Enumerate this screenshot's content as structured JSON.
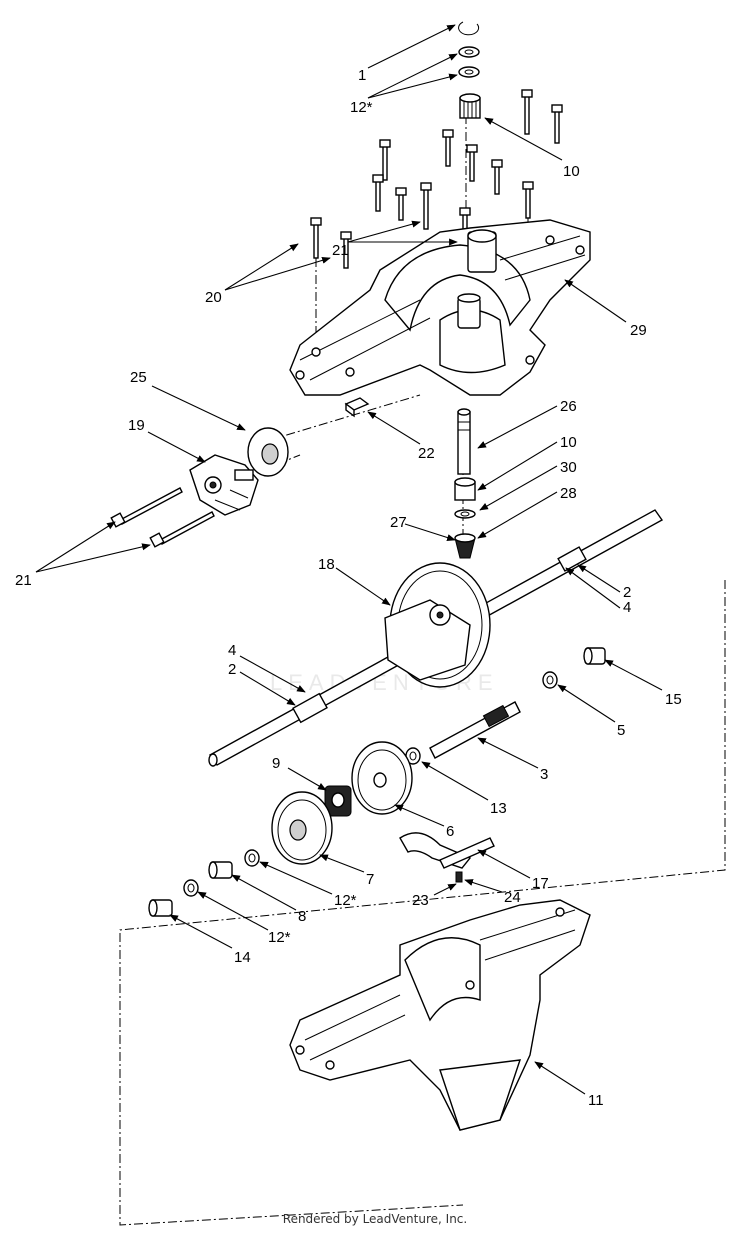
{
  "footer": "Rendered by LeadVenture, Inc.",
  "watermark": "LEADVENTURE",
  "callouts": [
    {
      "id": "c1",
      "text": "1"
    },
    {
      "id": "c12a",
      "text": "12*"
    },
    {
      "id": "c10a",
      "text": "10"
    },
    {
      "id": "c21a",
      "text": "21"
    },
    {
      "id": "c20",
      "text": "20"
    },
    {
      "id": "c29",
      "text": "29"
    },
    {
      "id": "c25",
      "text": "25"
    },
    {
      "id": "c19",
      "text": "19"
    },
    {
      "id": "c22",
      "text": "22"
    },
    {
      "id": "c26",
      "text": "26"
    },
    {
      "id": "c10b",
      "text": "10"
    },
    {
      "id": "c30",
      "text": "30"
    },
    {
      "id": "c28",
      "text": "28"
    },
    {
      "id": "c27",
      "text": "27"
    },
    {
      "id": "c21b",
      "text": "21"
    },
    {
      "id": "c18",
      "text": "18"
    },
    {
      "id": "c2a",
      "text": "2"
    },
    {
      "id": "c4a",
      "text": "4"
    },
    {
      "id": "c4b",
      "text": "4"
    },
    {
      "id": "c2b",
      "text": "2"
    },
    {
      "id": "c15",
      "text": "15"
    },
    {
      "id": "c5",
      "text": "5"
    },
    {
      "id": "c3",
      "text": "3"
    },
    {
      "id": "c9",
      "text": "9"
    },
    {
      "id": "c13",
      "text": "13"
    },
    {
      "id": "c6",
      "text": "6"
    },
    {
      "id": "c7",
      "text": "7"
    },
    {
      "id": "c12b",
      "text": "12*"
    },
    {
      "id": "c8",
      "text": "8"
    },
    {
      "id": "c17",
      "text": "17"
    },
    {
      "id": "c24",
      "text": "24"
    },
    {
      "id": "c23",
      "text": "23"
    },
    {
      "id": "c12c",
      "text": "12*"
    },
    {
      "id": "c14",
      "text": "14"
    },
    {
      "id": "c11",
      "text": "11"
    }
  ]
}
